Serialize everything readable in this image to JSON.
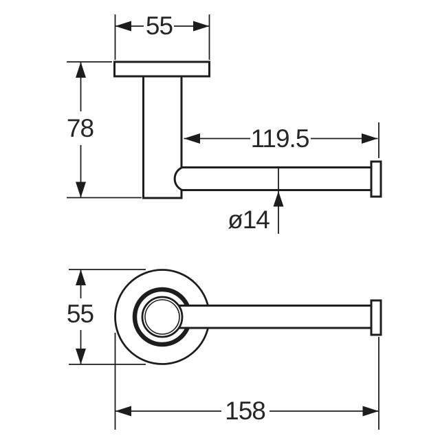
{
  "drawing": {
    "type": "technical-dimension-drawing",
    "subject": "wall-mounted toilet roll holder",
    "views": {
      "side_view": {
        "parts": [
          "wall-plate",
          "mounting-post",
          "roll-bar",
          "end-cap"
        ],
        "dimensions": {
          "plate_width": {
            "label": "55"
          },
          "height": {
            "label": "78"
          },
          "bar_length": {
            "label": "119.5"
          },
          "bar_diameter": {
            "label": "ø14"
          }
        }
      },
      "front_view": {
        "parts": [
          "rosette-outer",
          "rosette-ring",
          "hub",
          "roll-bar",
          "end-cap"
        ],
        "dimensions": {
          "rosette_diameter": {
            "label": "55"
          },
          "total_length": {
            "label": "158"
          }
        }
      }
    }
  },
  "icons": {
    "arrowhead": "filled-triangle-dimension-arrow"
  },
  "colors": {
    "line": "#1d1d1d",
    "text": "#262626",
    "background": "#ffffff"
  }
}
